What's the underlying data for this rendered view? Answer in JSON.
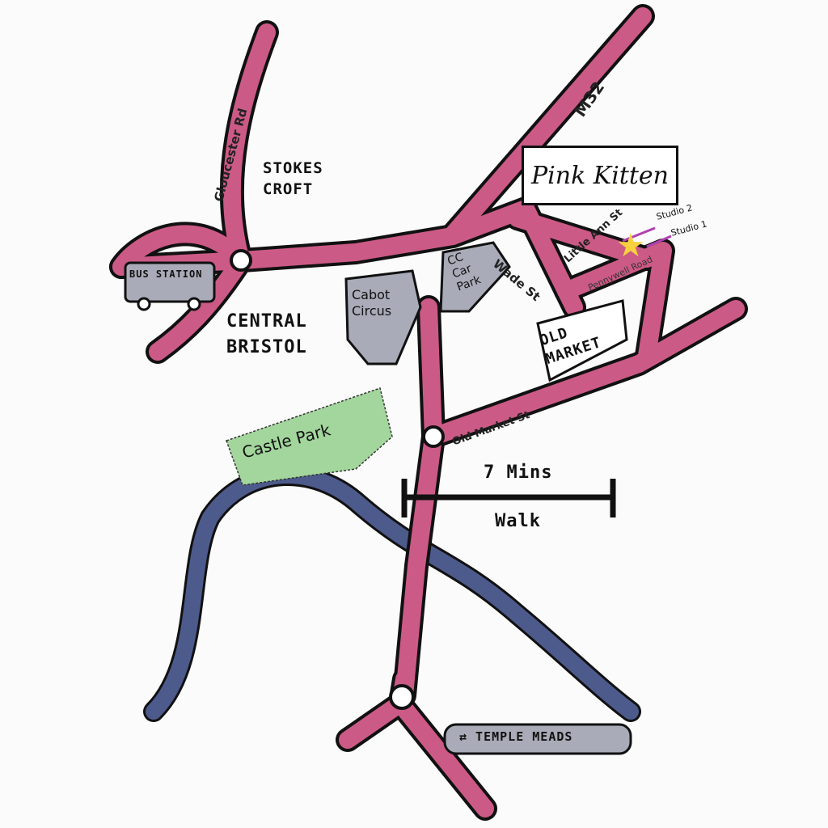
{
  "map": {
    "title_logo": "Pink Kitten",
    "colors": {
      "road": "#cc5a86",
      "river": "#4d5a8c",
      "building": "#a9abb8",
      "park": "#a3d69c",
      "outline": "#111111"
    },
    "areas": {
      "stokes_croft": "STOKES\nCROFT",
      "central_bristol": "CENTRAL\nBRISTOL",
      "old_market": "OLD\nMARKET"
    },
    "places": {
      "bus_station": "BUS STATION",
      "cabot_circus": "Cabot\nCircus",
      "cc_car_park": "CC\nCar\nPark",
      "castle_park": "Castle Park",
      "temple_meads": "⇄ TEMPLE MEADS"
    },
    "roads": {
      "m32": "M32",
      "gloucester_rd": "Gloucester Rd",
      "wade_st": "Wade St",
      "little_ann_st": "Little Ann St",
      "pennywell_road": "Pennywell Road",
      "old_market_st": "Old Market St"
    },
    "studios": {
      "studio1": "Studio 1",
      "studio2": "Studio 2"
    },
    "scale": {
      "top": "7 Mins",
      "bottom": "Walk"
    }
  }
}
